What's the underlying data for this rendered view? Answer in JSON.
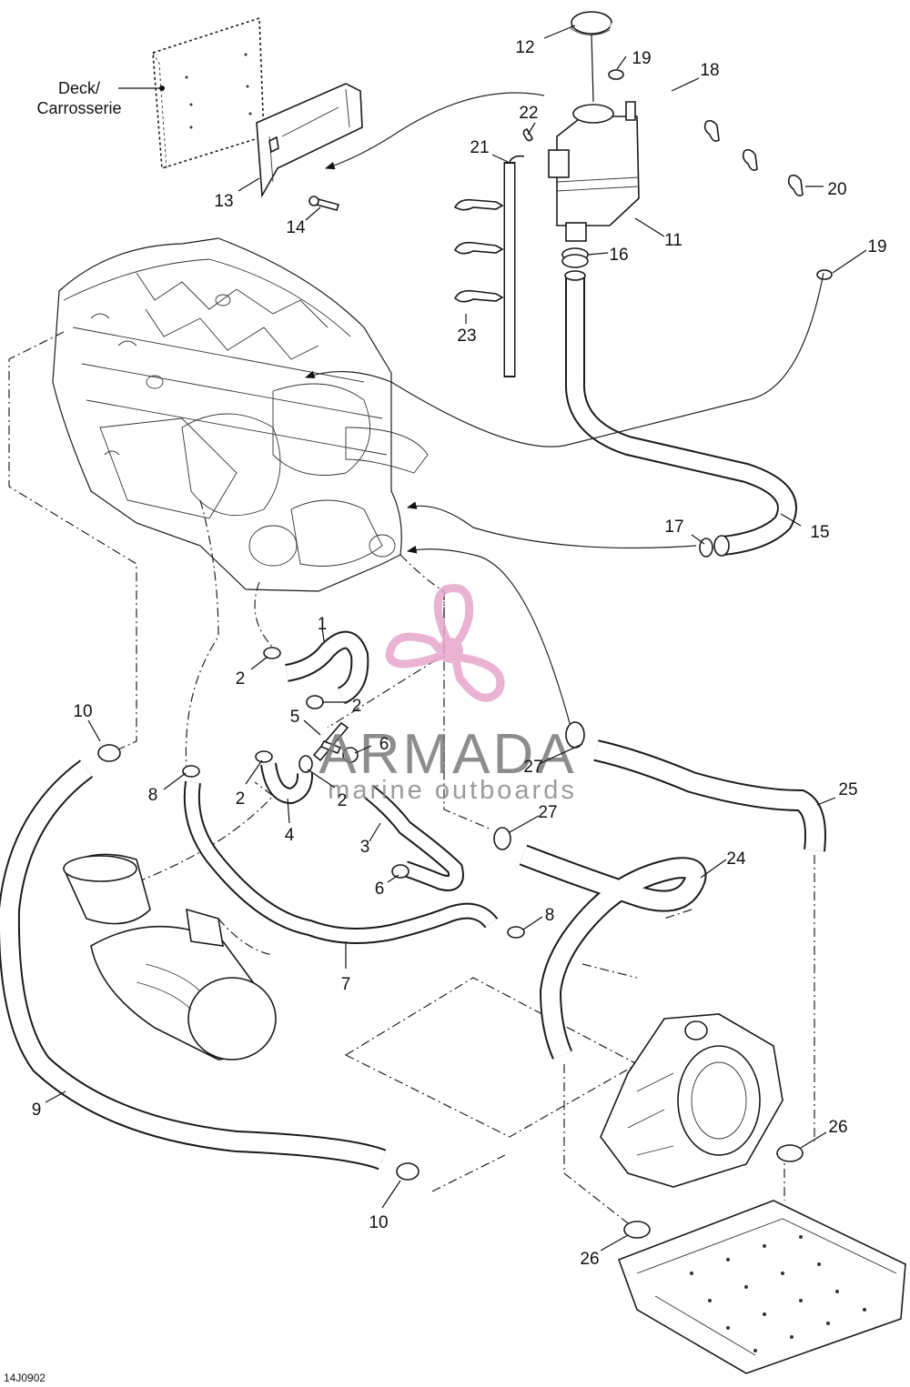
{
  "deck_label": {
    "line1": "Deck/",
    "line2": "Carrosserie"
  },
  "part_labels": {
    "p1": "1",
    "p2a": "2",
    "p2b": "2",
    "p2c": "2",
    "p2d": "2",
    "p3": "3",
    "p4": "4",
    "p5": "5",
    "p6a": "6",
    "p6b": "6",
    "p7": "7",
    "p8a": "8",
    "p8b": "8",
    "p9": "9",
    "p10a": "10",
    "p10b": "10",
    "p11": "11",
    "p12": "12",
    "p13": "13",
    "p14": "14",
    "p15": "15",
    "p16": "16",
    "p17": "17",
    "p18": "18",
    "p19a": "19",
    "p19b": "19",
    "p20": "20",
    "p21": "21",
    "p22": "22",
    "p23": "23",
    "p24": "24",
    "p25": "25",
    "p26a": "26",
    "p26b": "26",
    "p27a": "27",
    "p27b": "27"
  },
  "watermark": {
    "brand": "ARMADA",
    "tagline": "marine outboards",
    "logo_color": "#e8a6cc"
  },
  "drawing_code": "14J0902",
  "colors": {
    "line": "#1a1a1a",
    "background": "#ffffff"
  }
}
